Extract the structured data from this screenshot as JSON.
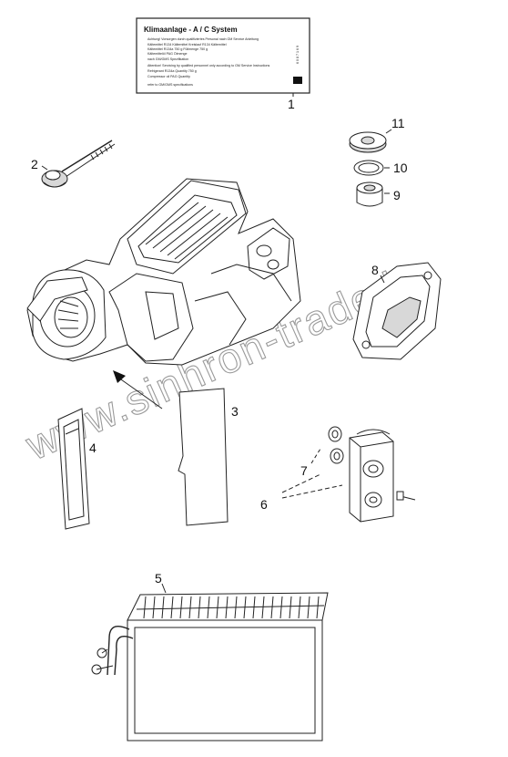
{
  "diagram": {
    "colors": {
      "line": "#222222",
      "background": "#ffffff",
      "watermark": "#9a9a9a"
    },
    "watermark": "www.sinhron-trade.kz",
    "ac_label": {
      "title": "Klimaanlage - A / C System",
      "code": "6 0 8 7 1 6 9",
      "rows": [
        "Achtung!   Vorsorgen durch qualifiziertes Personal   nach GM Service Anleitung",
        "Kältemittel     R134 Kältemittel Kreislauf     R134 Kältemittel",
        "Kältemittel R134a     750 g      Füllmenge     750 g",
        "Kältemittelöl     PAG      Ölmenge",
        "nach GM/GMS Spezifikation",
        "Attention!   Servicing by qualified personnel only   according to GM Service Instructions",
        "Refrigerant     R134a     Quantity     750 g",
        "Compressor oil     PAG     Quantity",
        "refer to GM/GMS specifications"
      ]
    },
    "callouts": [
      {
        "id": "1",
        "part": "ac-system-label"
      },
      {
        "id": "2",
        "part": "screw"
      },
      {
        "id": "3",
        "part": "seal-strip"
      },
      {
        "id": "4",
        "part": "filter-frame"
      },
      {
        "id": "5",
        "part": "evaporator"
      },
      {
        "id": "6",
        "part": "expansion-valve"
      },
      {
        "id": "7",
        "part": "o-ring"
      },
      {
        "id": "8",
        "part": "gasket"
      },
      {
        "id": "9",
        "part": "valve-core"
      },
      {
        "id": "10",
        "part": "seal-ring"
      },
      {
        "id": "11",
        "part": "cap"
      }
    ]
  }
}
